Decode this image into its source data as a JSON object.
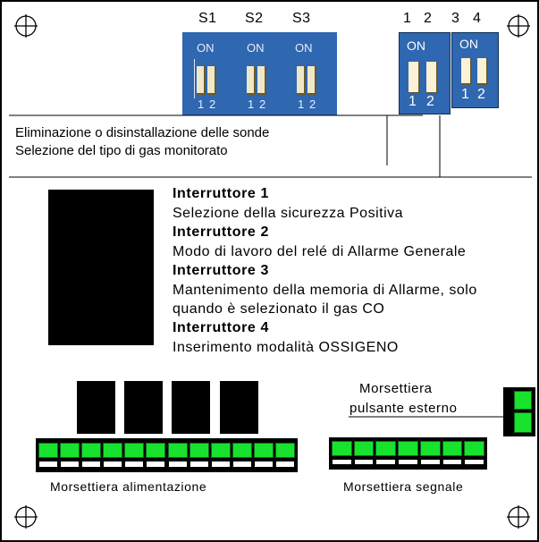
{
  "switch_groups": {
    "s_labels": [
      "S1",
      "S2",
      "S3"
    ],
    "dip_labels": [
      "1",
      "2",
      "3",
      "4"
    ],
    "on_text": "ON",
    "pin_numbers": [
      "1",
      "2"
    ]
  },
  "description_lines": [
    "Eliminazione o disinstallazione delle sonde",
    "Selezione del  tipo di gas  monitorato"
  ],
  "switch_details": [
    {
      "heading": "Interruttore 1",
      "lines": [
        "Selezione della sicurezza  Positiva"
      ]
    },
    {
      "heading": "Interruttore 2",
      "lines": [
        "Modo di lavoro del relé di Allarme Generale"
      ]
    },
    {
      "heading": "Interruttore 3",
      "lines": [
        "Mantenimento della memoria di Allarme, solo",
        "quando  è  selezionato il gas CO"
      ]
    },
    {
      "heading": "Interruttore 4",
      "lines": [
        "Inserimento  modalità  OSSIGENO"
      ]
    }
  ],
  "terminals": {
    "external_button_line1": "Morsettiera",
    "external_button_line2": "pulsante  esterno",
    "power_label": "Morsettiera  alimentazione",
    "signal_label": "Morsettiera  segnale",
    "power_count": 12,
    "signal_count": 7
  },
  "colors": {
    "dip_blue": "#2f67b0",
    "terminal_green": "#18e22e",
    "block_black": "#000000"
  }
}
